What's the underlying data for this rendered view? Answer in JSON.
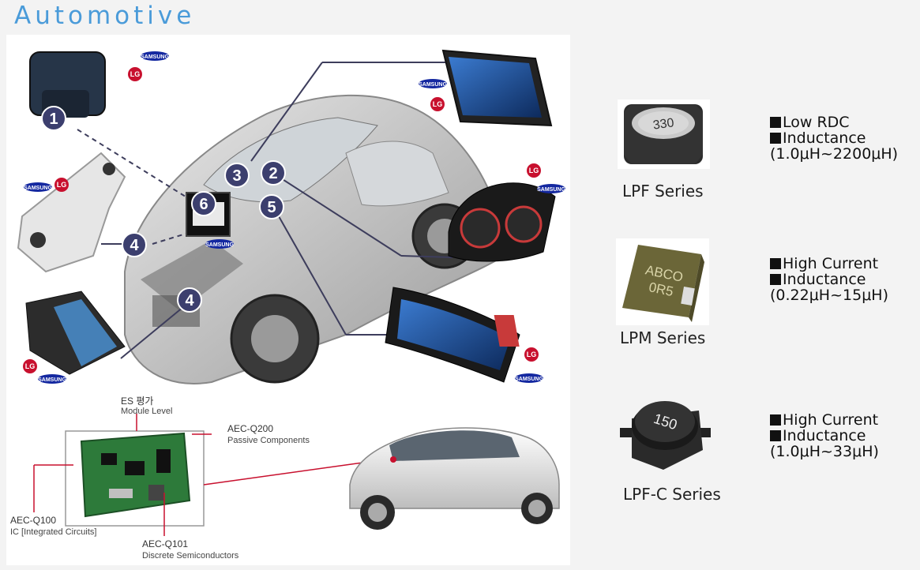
{
  "header": {
    "title": "Automotive"
  },
  "diagram": {
    "numbers": [
      "1",
      "2",
      "3",
      "4",
      "4",
      "5",
      "6"
    ],
    "brands": {
      "samsung": "SAMSUNG",
      "lg": "LG"
    },
    "pcb": {
      "es_title": "ES 평가",
      "es_sub": "Module Level",
      "q200_title": "AEC-Q200",
      "q200_sub": "Passive Components",
      "q100_title": "AEC-Q100",
      "q100_sub": "IC [Integrated Circuits]",
      "q101_title": "AEC-Q101",
      "q101_sub": "Discrete Semiconductors"
    },
    "chip_marks": {
      "lpf": "330",
      "lpm_line1": "ABCO",
      "lpm_line2": "0R5",
      "lpfc": "150"
    }
  },
  "products": [
    {
      "name": "LPF Series",
      "specs": [
        "Low RDC",
        "Inductance",
        "(1.0μH~2200μH)"
      ]
    },
    {
      "name": "LPM Series",
      "specs": [
        "High Current",
        "Inductance",
        "(0.22μH~15μH)"
      ]
    },
    {
      "name": "LPF-C Series",
      "specs": [
        "High Current",
        "Inductance",
        "(1.0μH~33μH)"
      ]
    }
  ],
  "colors": {
    "title": "#4a9bd9",
    "badge": "#3c3f6e",
    "lg_red": "#c8102e",
    "samsung_blue": "#1428a0",
    "pcb_green": "#2d7a3a"
  }
}
